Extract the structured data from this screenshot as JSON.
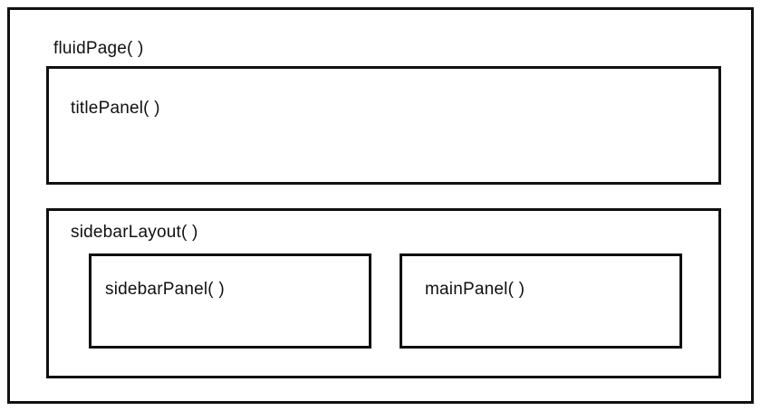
{
  "diagram": {
    "type": "nested-layout-diagram",
    "description_colors": {
      "border": "#101010",
      "background": "#ffffff",
      "text": "#111111"
    },
    "nodes": {
      "fluidPage": {
        "label": "fluidPage( )"
      },
      "titlePanel": {
        "label": "titlePanel( )"
      },
      "sidebarLayout": {
        "label": "sidebarLayout( )"
      },
      "sidebarPanel": {
        "label": "sidebarPanel( )"
      },
      "mainPanel": {
        "label": "mainPanel( )"
      }
    }
  }
}
